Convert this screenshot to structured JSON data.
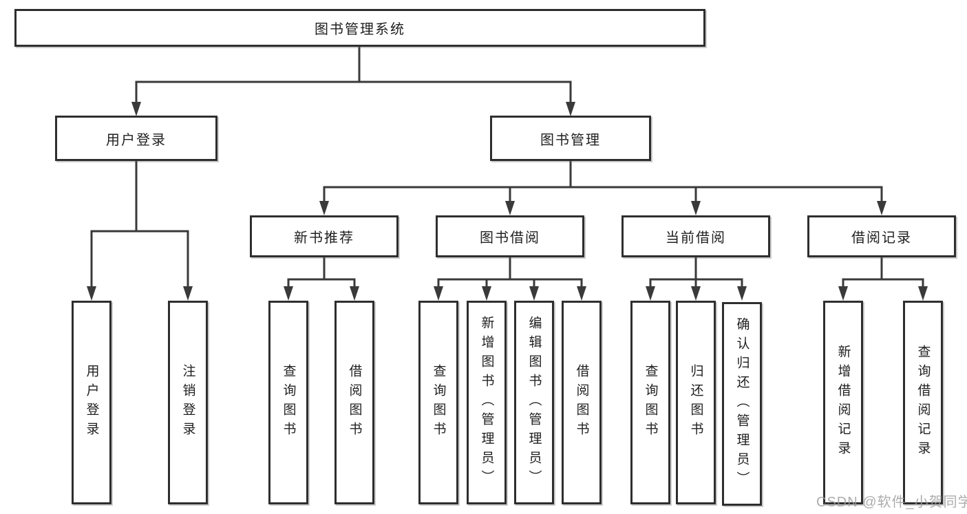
{
  "diagram": {
    "title": "图书管理系统",
    "tree": {
      "root": {
        "label": "图书管理系统"
      },
      "user_branch": {
        "label": "用户登录",
        "children": [
          {
            "label": "用户登录"
          },
          {
            "label": "注销登录"
          }
        ]
      },
      "mgmt_branch": {
        "label": "图书管理",
        "sections": [
          {
            "label": "新书推荐",
            "children": [
              {
                "label": "查询图书"
              },
              {
                "label": "借阅图书"
              }
            ]
          },
          {
            "label": "图书借阅",
            "children": [
              {
                "label": "查询图书"
              },
              {
                "label": "新增图书（管理员）"
              },
              {
                "label": "编辑图书（管理员）"
              },
              {
                "label": "借阅图书"
              }
            ]
          },
          {
            "label": "当前借阅",
            "children": [
              {
                "label": "查询图书"
              },
              {
                "label": "归还图书"
              },
              {
                "label": "确认归还（管理员）"
              }
            ]
          },
          {
            "label": "借阅记录",
            "children": [
              {
                "label": "新增借阅记录"
              },
              {
                "label": "查询借阅记录"
              }
            ]
          }
        ]
      }
    },
    "watermark": "CSDN @软件_小贺同学",
    "colors": {
      "line": "#3a3a3a",
      "box_border": "#2e2e2e",
      "text": "#1f1f1f",
      "watermark": "#9e9e9e",
      "background": "#ffffff"
    }
  }
}
